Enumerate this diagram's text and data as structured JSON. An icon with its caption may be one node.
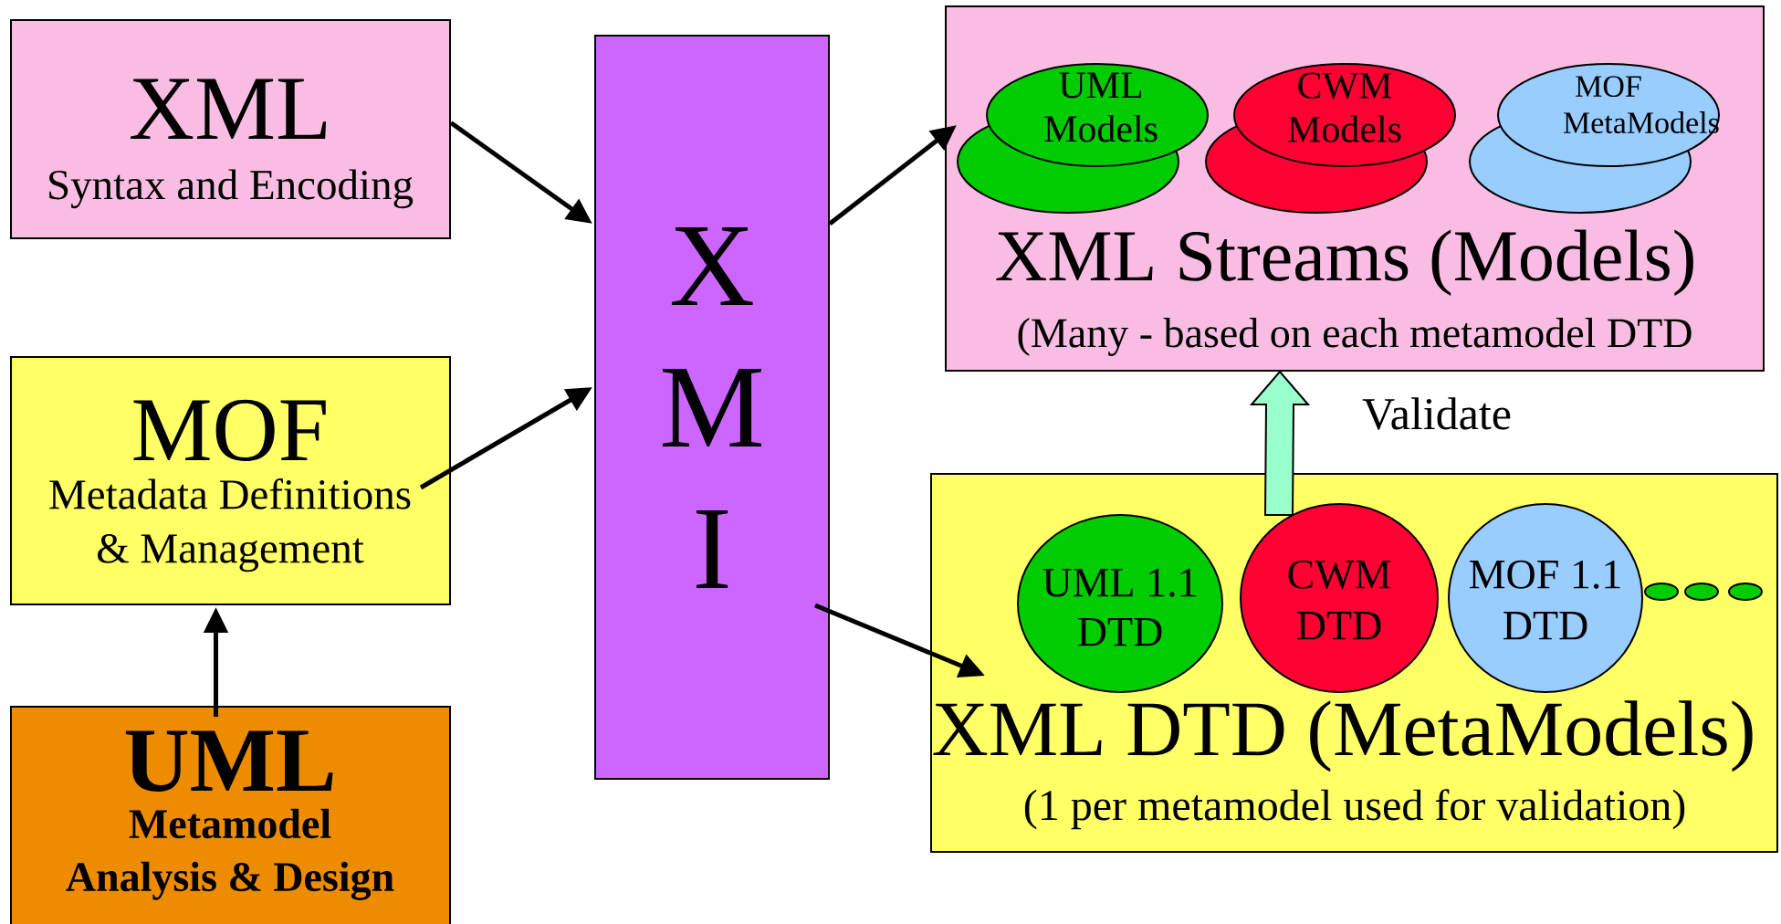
{
  "diagram": {
    "nodes": [
      {
        "text": [
          "XML",
          "Syntax and Encoding"
        ]
      },
      {
        "text": [
          "MOF",
          "Metadata Definitions & Management"
        ]
      },
      {
        "text": [
          "UML",
          "Metamodel Analysis & Design"
        ]
      },
      {
        "text": [
          "X M I"
        ]
      },
      {
        "text": [
          "XML Streams (Models)",
          "(Many - based on each metamodel DTD"
        ]
      },
      {
        "text": [
          "UML Models"
        ],
        "in": 4
      },
      {
        "text": [
          "CWM Models"
        ],
        "in": 4
      },
      {
        "text": [
          "MOF MetaModels"
        ],
        "in": 4
      },
      {
        "text": [
          "XML DTD (MetaModels)",
          "(1 per metamodel used for validation)"
        ]
      },
      {
        "text": [
          "UML 1.1 DTD"
        ],
        "in": 8
      },
      {
        "text": [
          "CWM DTD"
        ],
        "in": 8
      },
      {
        "text": [
          "MOF 1.1 DTD"
        ],
        "in": 8
      }
    ],
    "edges": [
      {
        "from": 0,
        "to": 3,
        "arrow": "to"
      },
      {
        "from": 1,
        "to": 3,
        "arrow": "to"
      },
      {
        "from": 2,
        "to": 1,
        "arrow": "to"
      },
      {
        "from": 3,
        "to": 4,
        "arrow": "to"
      },
      {
        "from": 3,
        "to": 8,
        "arrow": "to"
      },
      {
        "from": 10,
        "to": 4,
        "arrow": "to",
        "label": "Validate",
        "style": "thick",
        "color": "#99ffcc"
      }
    ]
  }
}
